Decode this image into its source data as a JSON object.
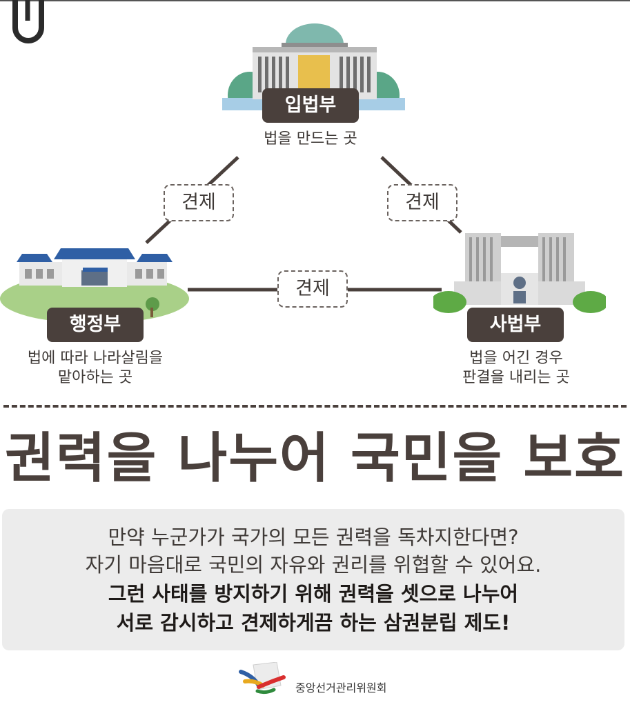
{
  "branches": {
    "legislative": {
      "name": "입법부",
      "desc": "법을 만드는 곳"
    },
    "executive": {
      "name": "행정부",
      "desc_lines": [
        "법에 따라 나라살림을",
        "맡아하는 곳"
      ]
    },
    "judicial": {
      "name": "사법부",
      "desc_lines": [
        "법을 어긴 경우",
        "판결을 내리는 곳"
      ]
    }
  },
  "checks": {
    "left": "견제",
    "right": "견제",
    "bottom": "견제"
  },
  "headline": "권력을 나누어 국민을 보호",
  "info": {
    "lines": [
      "만약 누군가가 국가의 모든 권력을 독차지한다면?",
      "자기 마음대로 국민의 자유와 권리를 위협할 수 있어요."
    ],
    "bold_lines": [
      "그런 사태를 방지하기 위해 권력을 셋으로 나누어",
      "서로 감시하고 견제하게끔 하는 삼권분립 제도!"
    ]
  },
  "footer": {
    "org": "중앙선거관리위원회"
  },
  "colors": {
    "label_bg": "#4a403c",
    "panel_bg": "#ececec"
  }
}
